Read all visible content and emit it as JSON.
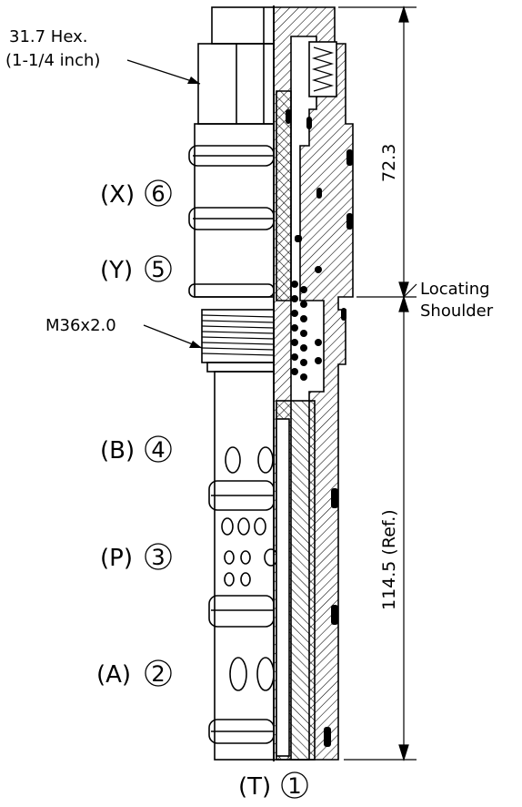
{
  "hex_label": {
    "line1": "31.7 Hex.",
    "line2": "(1-1/4 inch)"
  },
  "thread_label": "M36x2.0",
  "ports": [
    {
      "name": "(X)",
      "num": "6"
    },
    {
      "name": "(Y)",
      "num": "5"
    },
    {
      "name": "(B)",
      "num": "4"
    },
    {
      "name": "(P)",
      "num": "3"
    },
    {
      "name": "(A)",
      "num": "2"
    },
    {
      "name": "(T)",
      "num": "1"
    }
  ],
  "dimensions": {
    "upper": "72.3",
    "lower": "114.5 (Ref.)",
    "locating_line1": "Locating",
    "locating_line2": "Shoulder"
  }
}
